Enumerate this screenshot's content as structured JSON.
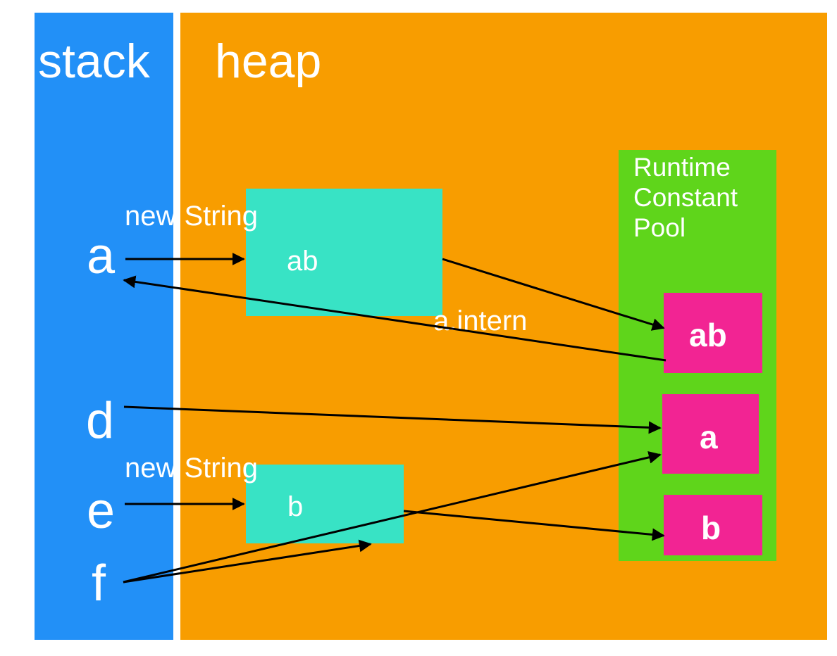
{
  "colors": {
    "stack": "#2290f7",
    "heap": "#f89d00",
    "pool": "#5fd51b",
    "heap_object": "#38e3c5",
    "pool_object": "#f22493",
    "text": "#ffffff",
    "arrow": "#000000"
  },
  "stack": {
    "title": "stack",
    "variables": {
      "a": "a",
      "d": "d",
      "e": "e",
      "f": "f"
    }
  },
  "heap": {
    "title": "heap",
    "objects": {
      "ab": "ab",
      "b": "b"
    },
    "new_string_labels": [
      "new String",
      "new String"
    ]
  },
  "runtime_constant_pool": {
    "title": "Runtime\nConstant\nPool",
    "entries": {
      "ab": "ab",
      "a": "a",
      "b": "b"
    }
  },
  "arrows": {
    "intern_label": "a.intern"
  }
}
